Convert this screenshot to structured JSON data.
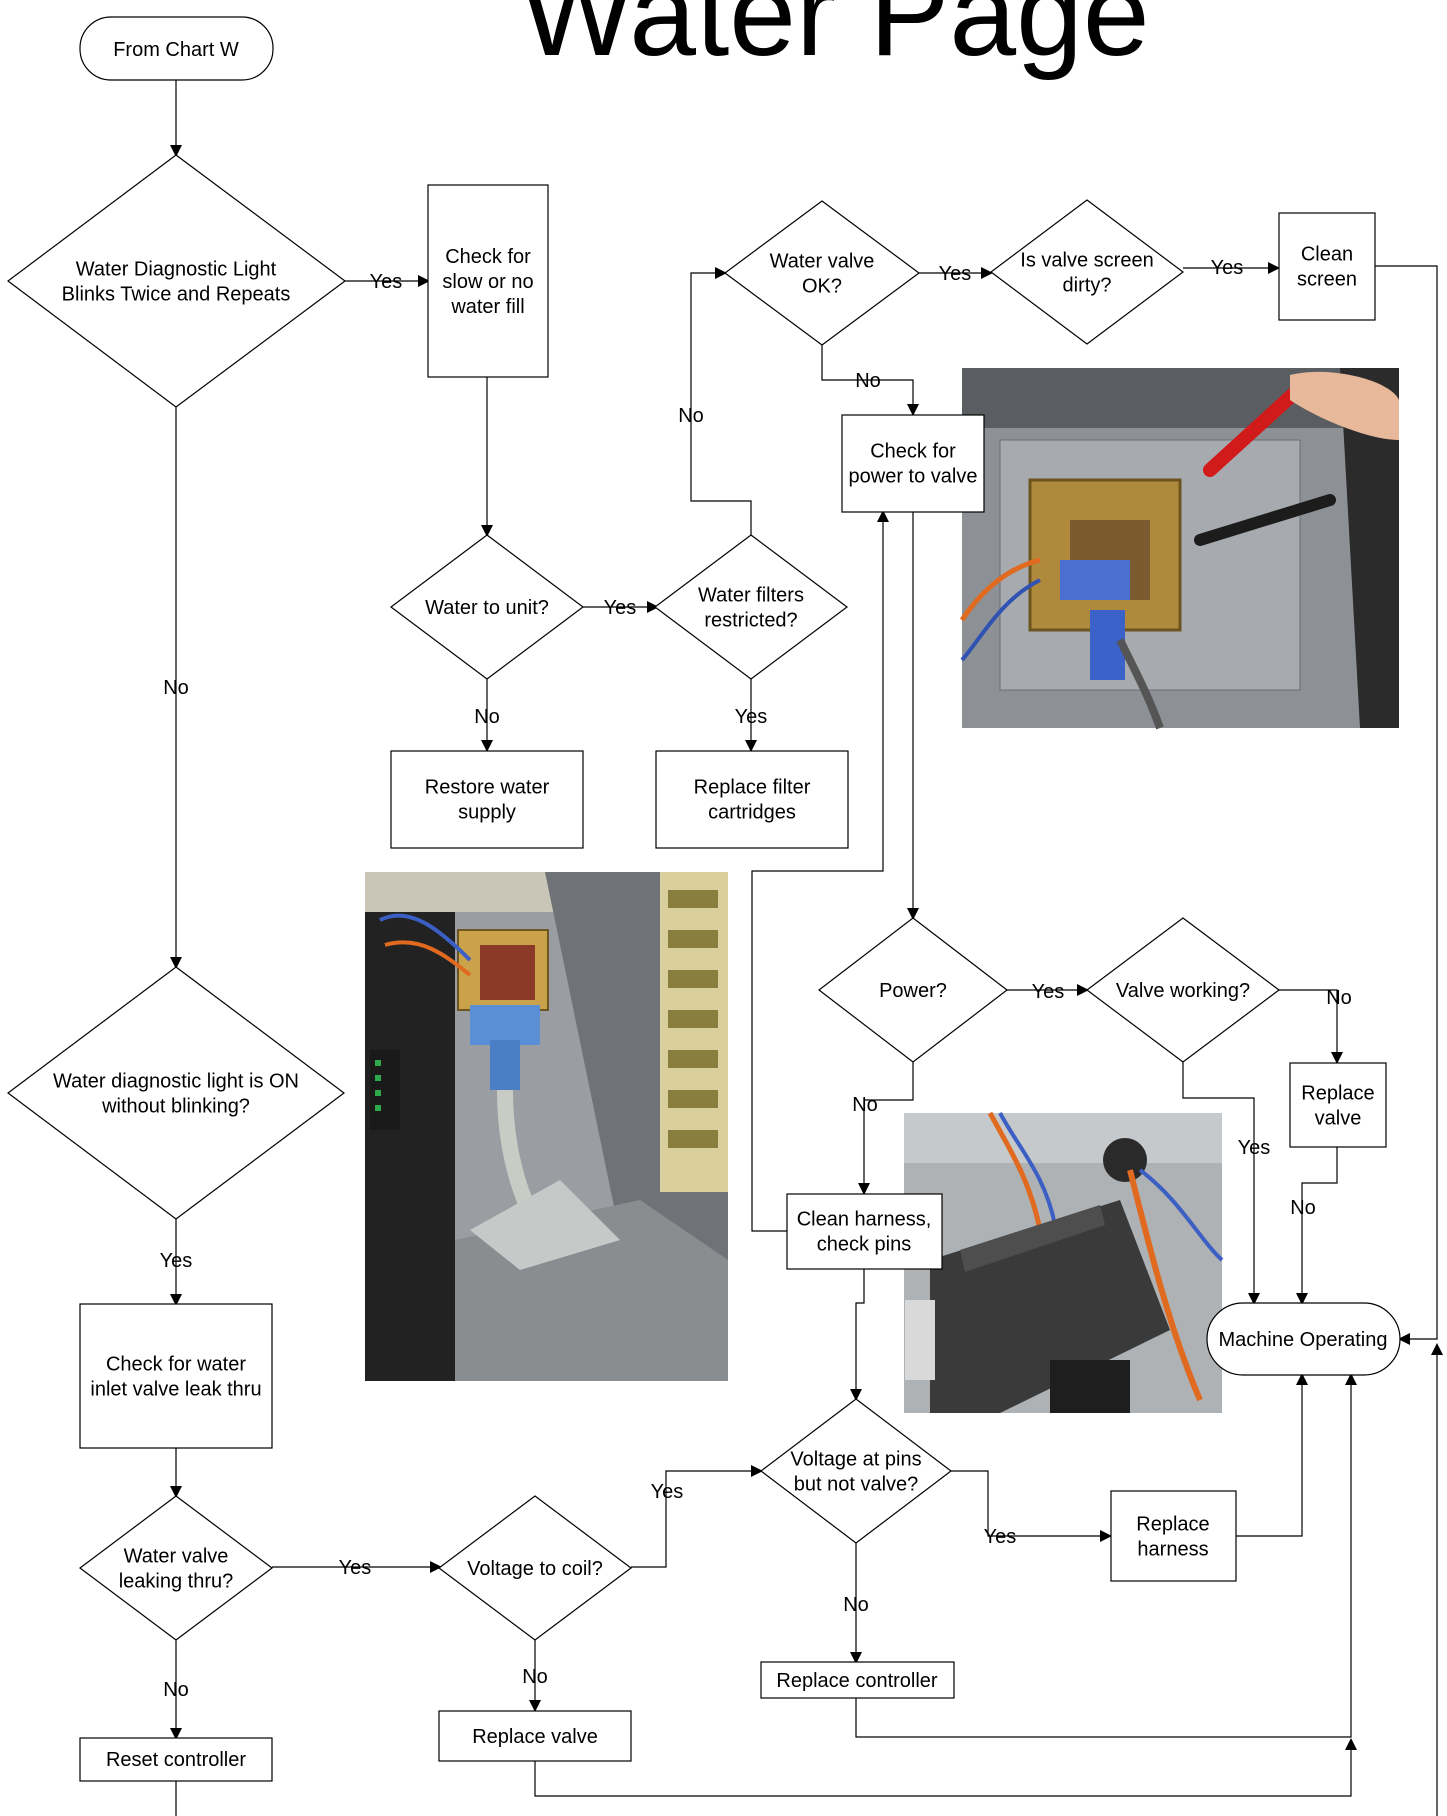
{
  "title": "Water Page",
  "nodes": {
    "from_chart_w": {
      "lines": [
        "From Chart W"
      ]
    },
    "blinks_twice": {
      "lines": [
        "Water Diagnostic Light",
        "Blinks Twice and Repeats"
      ]
    },
    "check_slow_fill": {
      "lines": [
        "Check for",
        "slow or no",
        "water fill"
      ]
    },
    "water_to_unit": {
      "lines": [
        "Water to unit?"
      ]
    },
    "filters_restricted": {
      "lines": [
        "Water filters",
        "restricted?"
      ]
    },
    "restore_supply": {
      "lines": [
        "Restore water",
        "supply"
      ]
    },
    "replace_filter": {
      "lines": [
        "Replace filter",
        "cartridges"
      ]
    },
    "water_valve_ok": {
      "lines": [
        "Water valve",
        "OK?"
      ]
    },
    "screen_dirty": {
      "lines": [
        "Is valve screen",
        "dirty?"
      ]
    },
    "clean_screen": {
      "lines": [
        "Clean",
        "screen"
      ]
    },
    "check_power_valve": {
      "lines": [
        "Check for",
        "power to valve"
      ]
    },
    "power": {
      "lines": [
        "Power?"
      ]
    },
    "valve_working": {
      "lines": [
        "Valve working?"
      ]
    },
    "replace_valve_top": {
      "lines": [
        "Replace",
        "valve"
      ]
    },
    "clean_harness": {
      "lines": [
        "Clean harness,",
        "check pins"
      ]
    },
    "machine_operating": {
      "lines": [
        "Machine Operating"
      ]
    },
    "light_on": {
      "lines": [
        "Water diagnostic light is ON",
        "without blinking?"
      ]
    },
    "check_leak": {
      "lines": [
        "Check for water",
        "inlet valve leak thru"
      ]
    },
    "leaking_thru": {
      "lines": [
        "Water valve",
        "leaking thru?"
      ]
    },
    "voltage_coil": {
      "lines": [
        "Voltage to coil?"
      ]
    },
    "voltage_pins": {
      "lines": [
        "Voltage at pins",
        "but not valve?"
      ]
    },
    "replace_harness": {
      "lines": [
        "Replace",
        "harness"
      ]
    },
    "replace_controller": {
      "lines": [
        "Replace controller"
      ]
    },
    "replace_valve_bottom": {
      "lines": [
        "Replace valve"
      ]
    },
    "reset_controller": {
      "lines": [
        "Reset controller"
      ]
    }
  },
  "edge_labels": {
    "yes": "Yes",
    "no": "No"
  },
  "photos": {
    "valve_probe": "photo-valve-probe",
    "valve_assembly": "photo-valve-assembly",
    "controller": "photo-controller"
  }
}
